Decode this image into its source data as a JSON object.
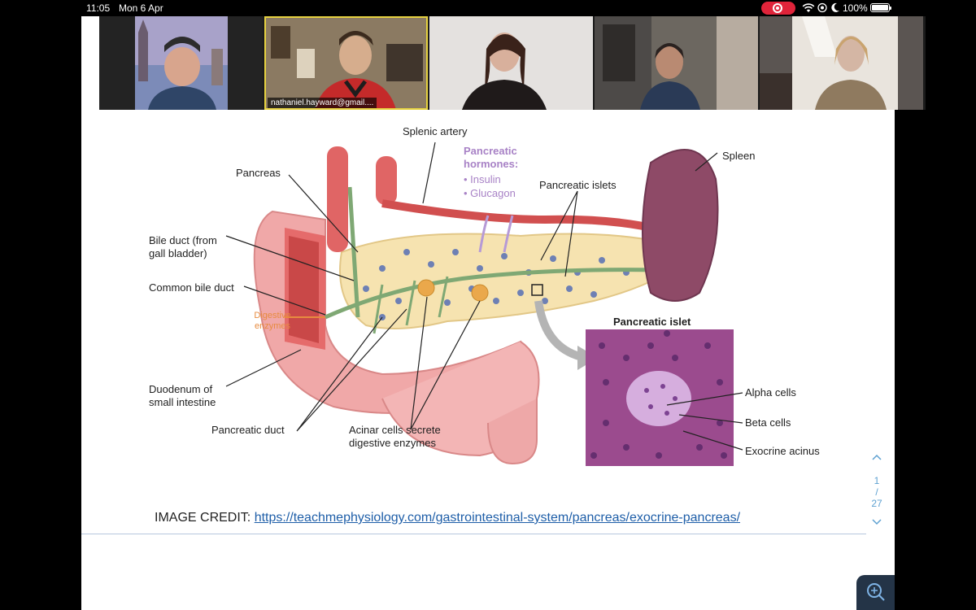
{
  "status_bar": {
    "time": "11:05",
    "date": "Mon 6 Apr",
    "battery": "100%"
  },
  "participants": [
    {
      "name": ""
    },
    {
      "name": "nathaniel.hayward@gmail...."
    },
    {
      "name": ""
    },
    {
      "name": ""
    },
    {
      "name": ""
    }
  ],
  "diagram": {
    "labels": {
      "splenic_artery": "Splenic artery",
      "pancreas": "Pancreas",
      "spleen": "Spleen",
      "pancreatic_hormones": "Pancreatic hormones:",
      "insulin": "• Insulin",
      "glucagon": "• Glucagon",
      "pancreatic_islets": "Pancreatic islets",
      "bile_duct": "Bile duct (from gall bladder)",
      "common_bile_duct": "Common bile duct",
      "digestive_enzymes": "Digestive enzymes",
      "duodenum": "Duodenum of small intestine",
      "pancreatic_duct": "Pancreatic duct",
      "acinar_cells": "Acinar cells secrete digestive enzymes",
      "pancreatic_islet": "Pancreatic islet",
      "alpha_cells": "Alpha cells",
      "beta_cells": "Beta cells",
      "exocrine_acinus": "Exocrine acinus"
    }
  },
  "credit": {
    "prefix": "IMAGE CREDIT: ",
    "link": "https://teachmephysiology.com/gastrointestinal-system/pancreas/exocrine-pancreas/"
  },
  "pager": {
    "current": "1",
    "separator": "/",
    "total": "27"
  },
  "icons": {
    "wifi": "wifi-icon",
    "location": "location-icon",
    "moon": "moon-icon",
    "zoom": "zoom-in-icon"
  }
}
